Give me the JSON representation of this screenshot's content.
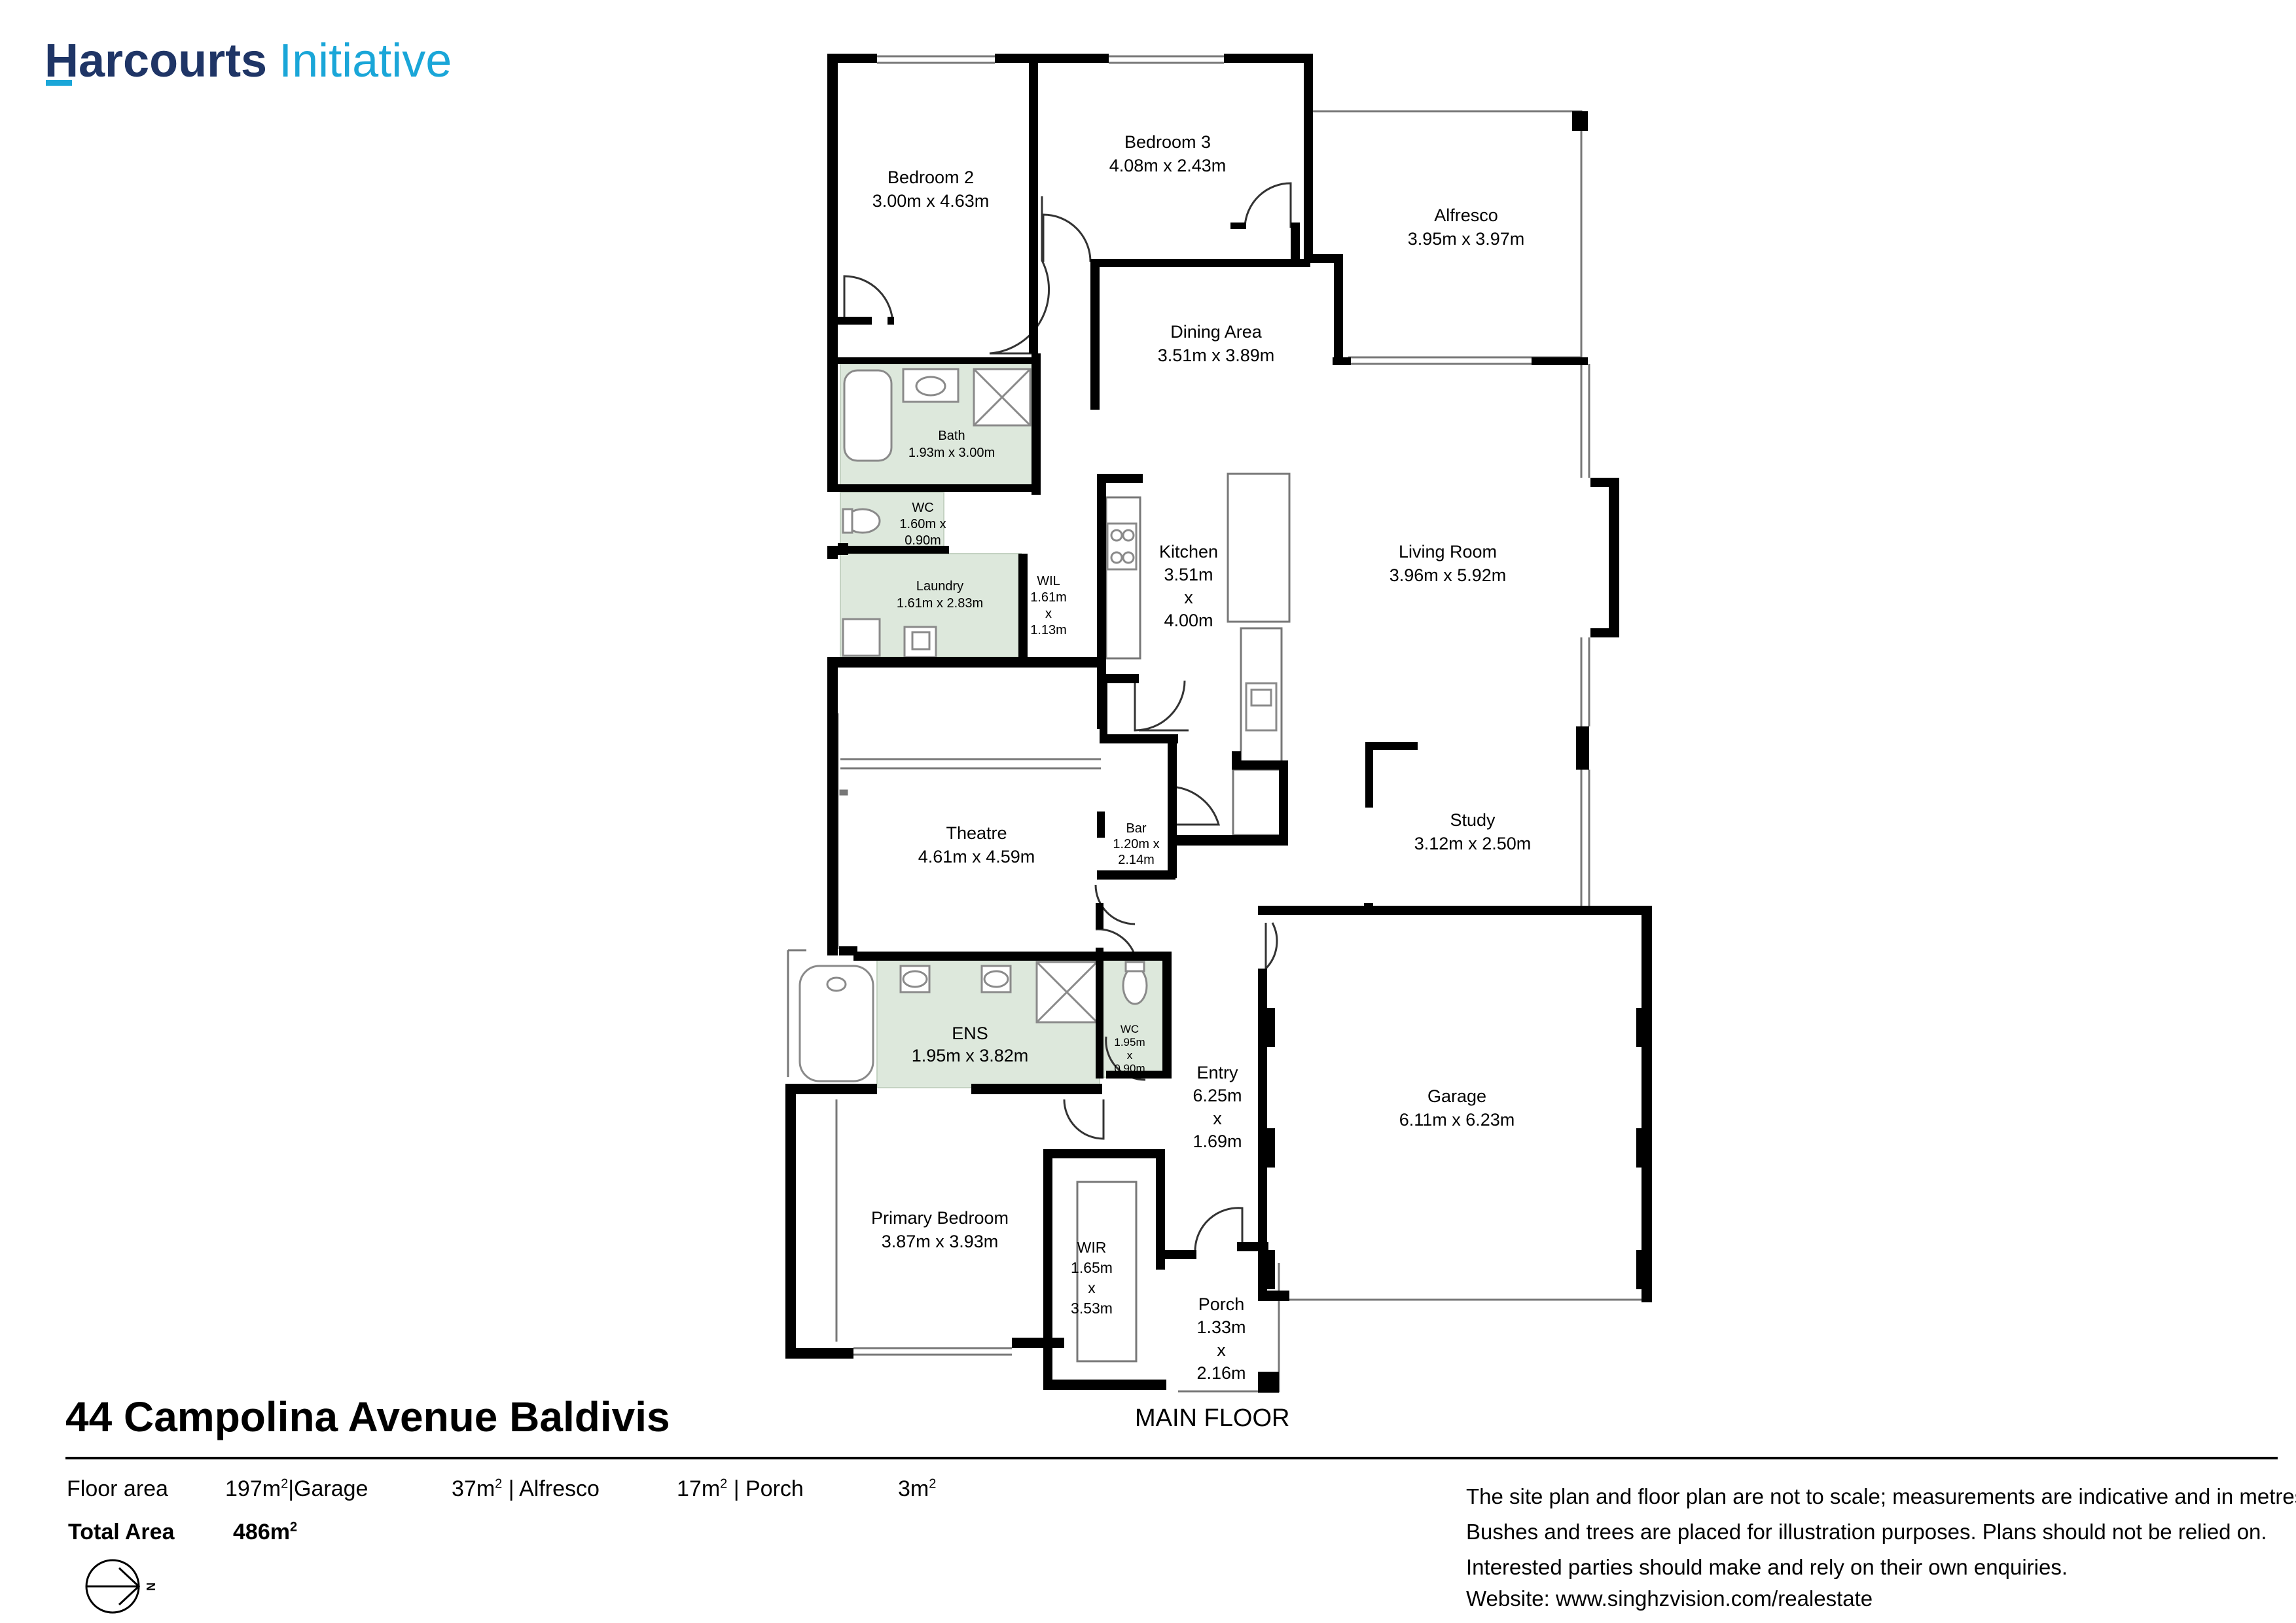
{
  "brand": {
    "name_bold": "Harcourts",
    "name_light": "Initiative"
  },
  "address": "44 Campolina Avenue Baldivis",
  "floor_title": "MAIN FLOOR",
  "areas": {
    "floor_label": "Floor area",
    "floor_value": "197m",
    "garage_label": "|Garage",
    "garage_value": "37m",
    "alfresco_label": "| Alfresco",
    "alfresco_value": "17m",
    "porch_label": "| Porch",
    "porch_value": "3m",
    "total_label": "Total Area",
    "total_value": "486m",
    "sup": "2"
  },
  "disclaimer": [
    "The site plan and floor plan are not to scale; measurements are indicative and in metres.",
    "Bushes and trees are placed for illustration purposes. Plans should not be relied on.",
    "Interested parties should make and rely on their own enquiries.",
    "Website: www.singhzvision.com/realestate"
  ],
  "compass_letter": "N",
  "rooms": [
    {
      "id": "bedroom-2",
      "lines": [
        "Bedroom 2",
        "3.00m x 4.63m"
      ]
    },
    {
      "id": "bedroom-3",
      "lines": [
        "Bedroom 3",
        "4.08m x 2.43m"
      ]
    },
    {
      "id": "alfresco",
      "lines": [
        "Alfresco",
        "3.95m x 3.97m"
      ]
    },
    {
      "id": "dining-area",
      "lines": [
        "Dining Area",
        "3.51m x 3.89m"
      ]
    },
    {
      "id": "bath",
      "lines": [
        "Bath",
        "1.93m x 3.00m"
      ]
    },
    {
      "id": "wc-1",
      "lines": [
        "WC",
        "1.60m x",
        "0.90m"
      ]
    },
    {
      "id": "laundry",
      "lines": [
        "Laundry",
        "1.61m x 2.83m"
      ]
    },
    {
      "id": "wil",
      "lines": [
        "WIL",
        "1.61m",
        "x",
        "1.13m"
      ]
    },
    {
      "id": "kitchen",
      "lines": [
        "Kitchen",
        "3.51m",
        "x",
        "4.00m"
      ]
    },
    {
      "id": "living-room",
      "lines": [
        "Living Room",
        "3.96m x 5.92m"
      ]
    },
    {
      "id": "theatre",
      "lines": [
        "Theatre",
        "4.61m x 4.59m"
      ]
    },
    {
      "id": "bar",
      "lines": [
        "Bar",
        "1.20m x",
        "2.14m"
      ]
    },
    {
      "id": "study",
      "lines": [
        "Study",
        "3.12m x 2.50m"
      ]
    },
    {
      "id": "ens",
      "lines": [
        "ENS",
        "1.95m x 3.82m"
      ]
    },
    {
      "id": "wc-2",
      "lines": [
        "WC",
        "1.95m",
        "x",
        "0.90m"
      ]
    },
    {
      "id": "entry",
      "lines": [
        "Entry",
        "6.25m",
        "x",
        "1.69m"
      ]
    },
    {
      "id": "garage",
      "lines": [
        "Garage",
        "6.11m x 6.23m"
      ]
    },
    {
      "id": "primary-bedroom",
      "lines": [
        "Primary Bedroom",
        "3.87m x 3.93m"
      ]
    },
    {
      "id": "wir",
      "lines": [
        "WIR",
        "1.65m",
        "x",
        "3.53m"
      ]
    },
    {
      "id": "porch",
      "lines": [
        "Porch",
        "1.33m",
        "x",
        "2.16m"
      ]
    }
  ],
  "colors": {
    "wall": "#000000",
    "wet_area": "#dde8dc",
    "logo_dark": "#1f3566",
    "logo_light": "#1aa6d8",
    "fixture": "#8a8a8a"
  }
}
